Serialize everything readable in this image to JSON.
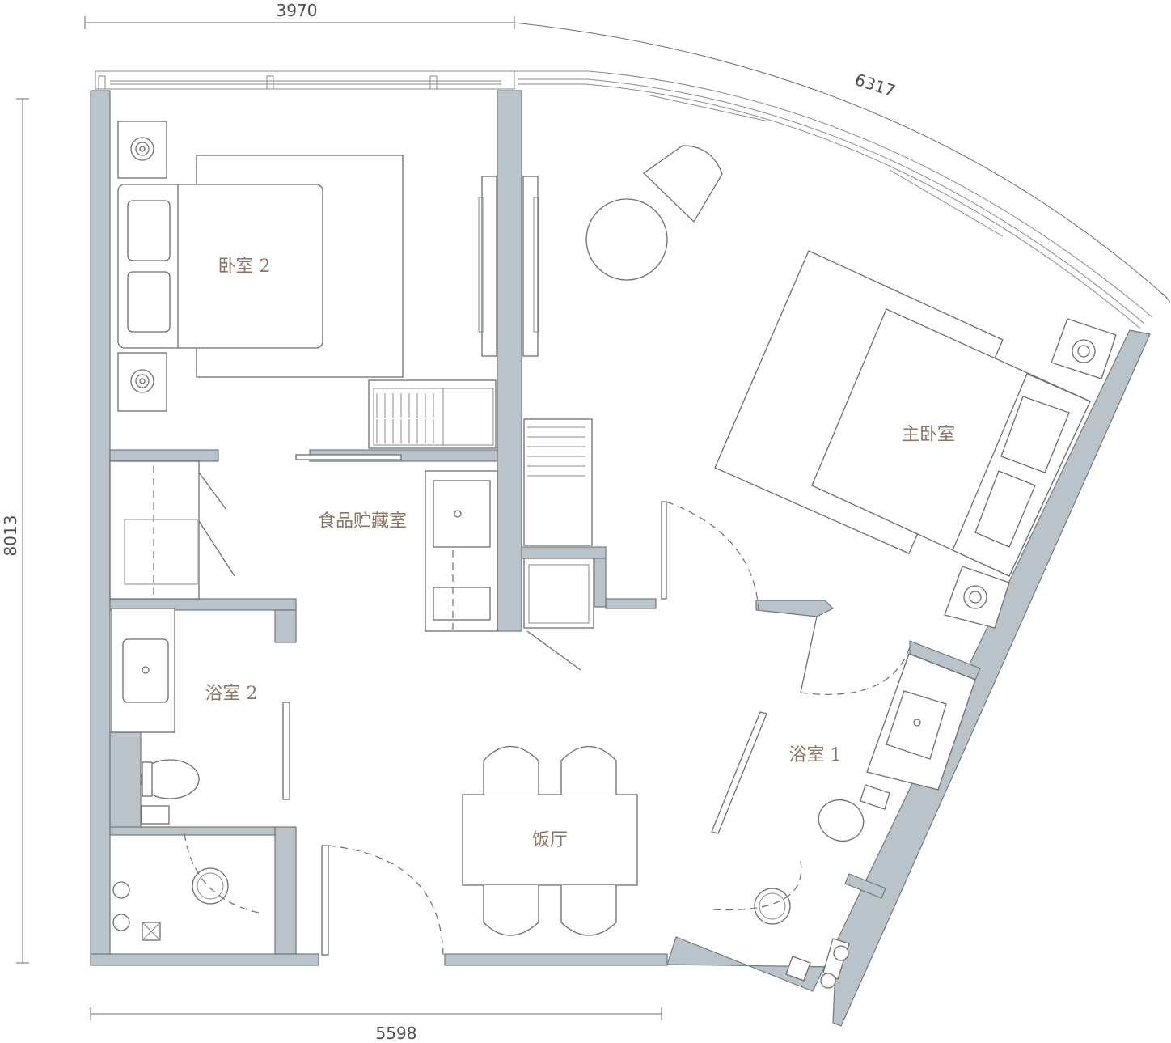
{
  "dimensions": {
    "top_width": "3970",
    "arc_length": "6317",
    "left_height": "8013",
    "bottom_width": "5598"
  },
  "rooms": {
    "bedroom_2": "卧室 2",
    "master_bedroom": "主卧室",
    "pantry": "食品贮藏室",
    "bathroom_2": "浴室 2",
    "bathroom_1": "浴室 1",
    "dining": "饭厅"
  },
  "colors": {
    "wall_fill": "#b9c3c9",
    "label_color": "#8c7565",
    "line_color": "#6e6e6e"
  }
}
